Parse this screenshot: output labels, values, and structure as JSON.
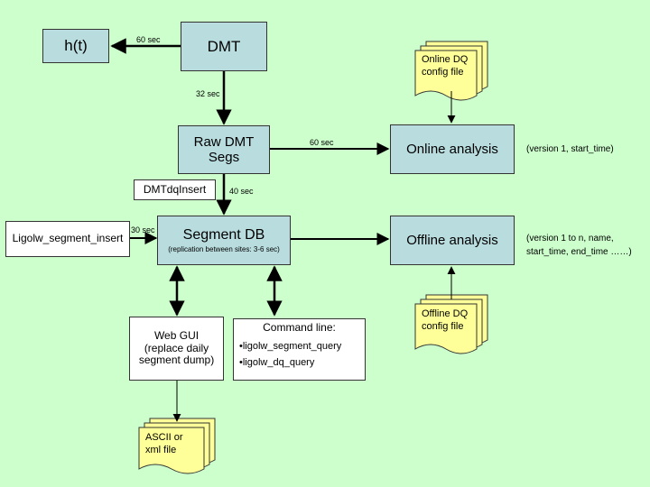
{
  "nodes": {
    "ht": "h(t)",
    "dmt": "DMT",
    "raw_dmt_segs": [
      "Raw DMT",
      "Segs"
    ],
    "dmtdq_insert": "DMTdqInsert",
    "segment_db": "Segment DB",
    "segment_db_sub": "(replication between sites: 3-6 sec)",
    "ligolw_segment_insert": "Ligolw_segment_insert",
    "online_analysis": "Online analysis",
    "offline_analysis": "Offline analysis",
    "web_gui": [
      "Web GUI",
      "(replace daily",
      "segment dump)"
    ],
    "command_line_title": "Command line:",
    "command_line_items": [
      "•ligolw_segment_query",
      "•ligolw_dq_query"
    ]
  },
  "documents": {
    "online_dq": [
      "Online DQ",
      "config file"
    ],
    "offline_dq": [
      "Offline DQ",
      "config file"
    ],
    "ascii_xml": [
      "ASCII or",
      "xml file"
    ]
  },
  "edge_labels": {
    "dmt_to_ht": "60 sec",
    "dmt_to_raw": "32 sec",
    "raw_to_online": "60 sec",
    "raw_to_segdb": "40 sec",
    "insert_to_segdb": "30 sec"
  },
  "notes": {
    "online": "(version 1, start_time)",
    "offline": [
      "(version 1 to n, name,",
      "start_time, end_time ……)"
    ]
  },
  "colors": {
    "background": "#ccffcc",
    "process_box": "#b9dddf",
    "document": "#ffff99",
    "arrow": "#000000"
  }
}
